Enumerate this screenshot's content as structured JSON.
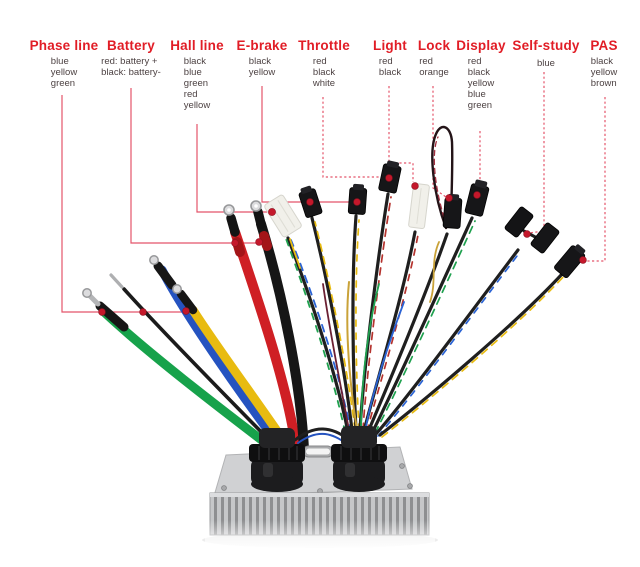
{
  "image": {
    "subject": "Motor controller with labeled wiring harness",
    "background": "#ffffff"
  },
  "labels": [
    {
      "id": "phase-line",
      "title": "Phase line",
      "colors": [
        "blue",
        "yellow",
        "green"
      ]
    },
    {
      "id": "battery",
      "title": "Battery",
      "colors": [
        "red: battery +",
        "black: battery-"
      ]
    },
    {
      "id": "hall-line",
      "title": "Hall line",
      "colors": [
        "black",
        "blue",
        "green",
        "red",
        "yellow"
      ]
    },
    {
      "id": "e-brake",
      "title": "E-brake",
      "colors": [
        "black",
        "yellow"
      ]
    },
    {
      "id": "throttle",
      "title": "Throttle",
      "colors": [
        "red",
        "black",
        "white"
      ]
    },
    {
      "id": "light",
      "title": "Light",
      "colors": [
        "red",
        "black"
      ]
    },
    {
      "id": "lock",
      "title": "Lock",
      "colors": [
        "red",
        "orange"
      ]
    },
    {
      "id": "display",
      "title": "Display",
      "colors": [
        "red",
        "black",
        "yellow",
        "blue",
        "green"
      ]
    },
    {
      "id": "self-study",
      "title": "Self-study",
      "colors": [
        "blue"
      ]
    },
    {
      "id": "pas",
      "title": "PAS",
      "colors": [
        "black",
        "yellow",
        "brown"
      ]
    }
  ],
  "colors": {
    "heading_red": "#e11d26",
    "sublabel_gray": "#4d4243",
    "leader_line": "#e4556a",
    "marker_dot": "#c4182b",
    "wire_green": "#17a24b",
    "wire_blue": "#2553c0",
    "wire_yellow": "#e8bb10",
    "wire_red": "#cf1f24",
    "wire_black": "#1b1b1b",
    "connector_white": "#f1f0ea",
    "controller_silver": "#d0d1d3"
  }
}
